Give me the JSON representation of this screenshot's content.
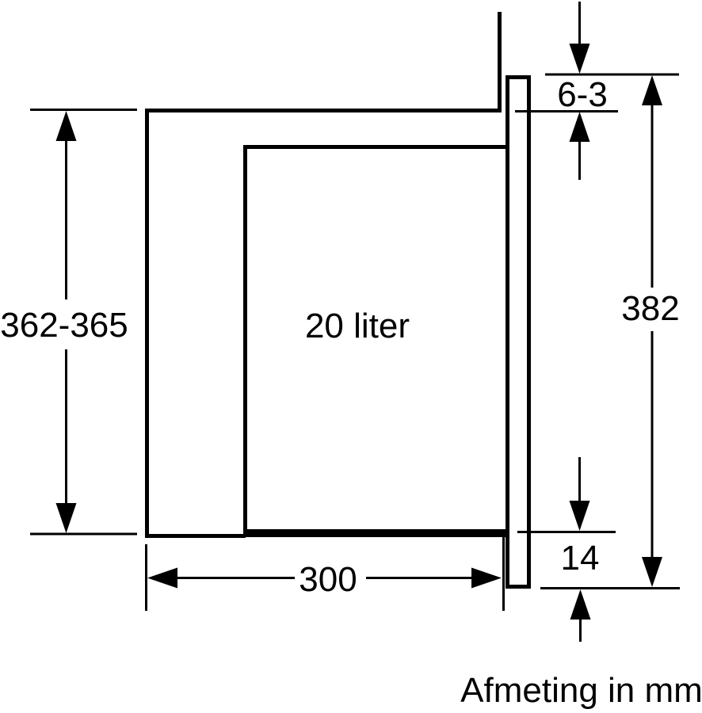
{
  "diagram": {
    "type": "installation-dimension-drawing",
    "unit_note": "Afmeting in mm",
    "capacity_label": "20 liter",
    "dimensions": {
      "niche_height": "362-365",
      "top_overlap": "6-3",
      "frame_height": "382",
      "bottom_overlap": "14",
      "niche_depth": "300"
    },
    "colors": {
      "line": "#000000",
      "background": "#ffffff"
    }
  }
}
